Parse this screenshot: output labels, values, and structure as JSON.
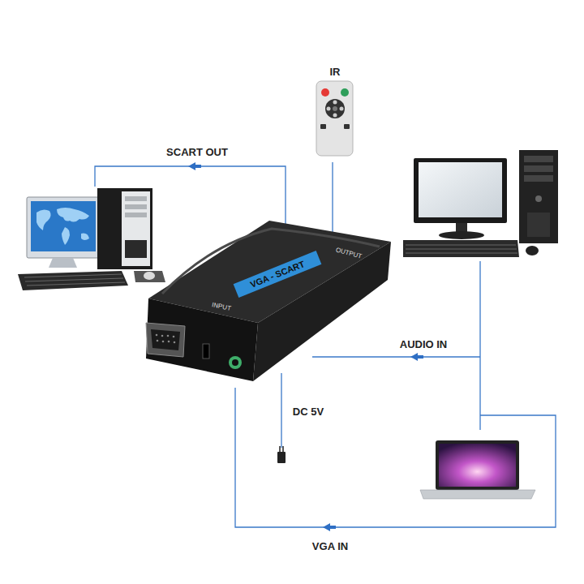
{
  "diagram": {
    "nodes": [
      {
        "text": [
          "VGA - SCART",
          "INPUT",
          "OUTPUT"
        ]
      }
    ],
    "labels": [
      "IR",
      "SCART OUT",
      "AUDIO IN",
      "DC 5V",
      "VGA IN"
    ]
  }
}
